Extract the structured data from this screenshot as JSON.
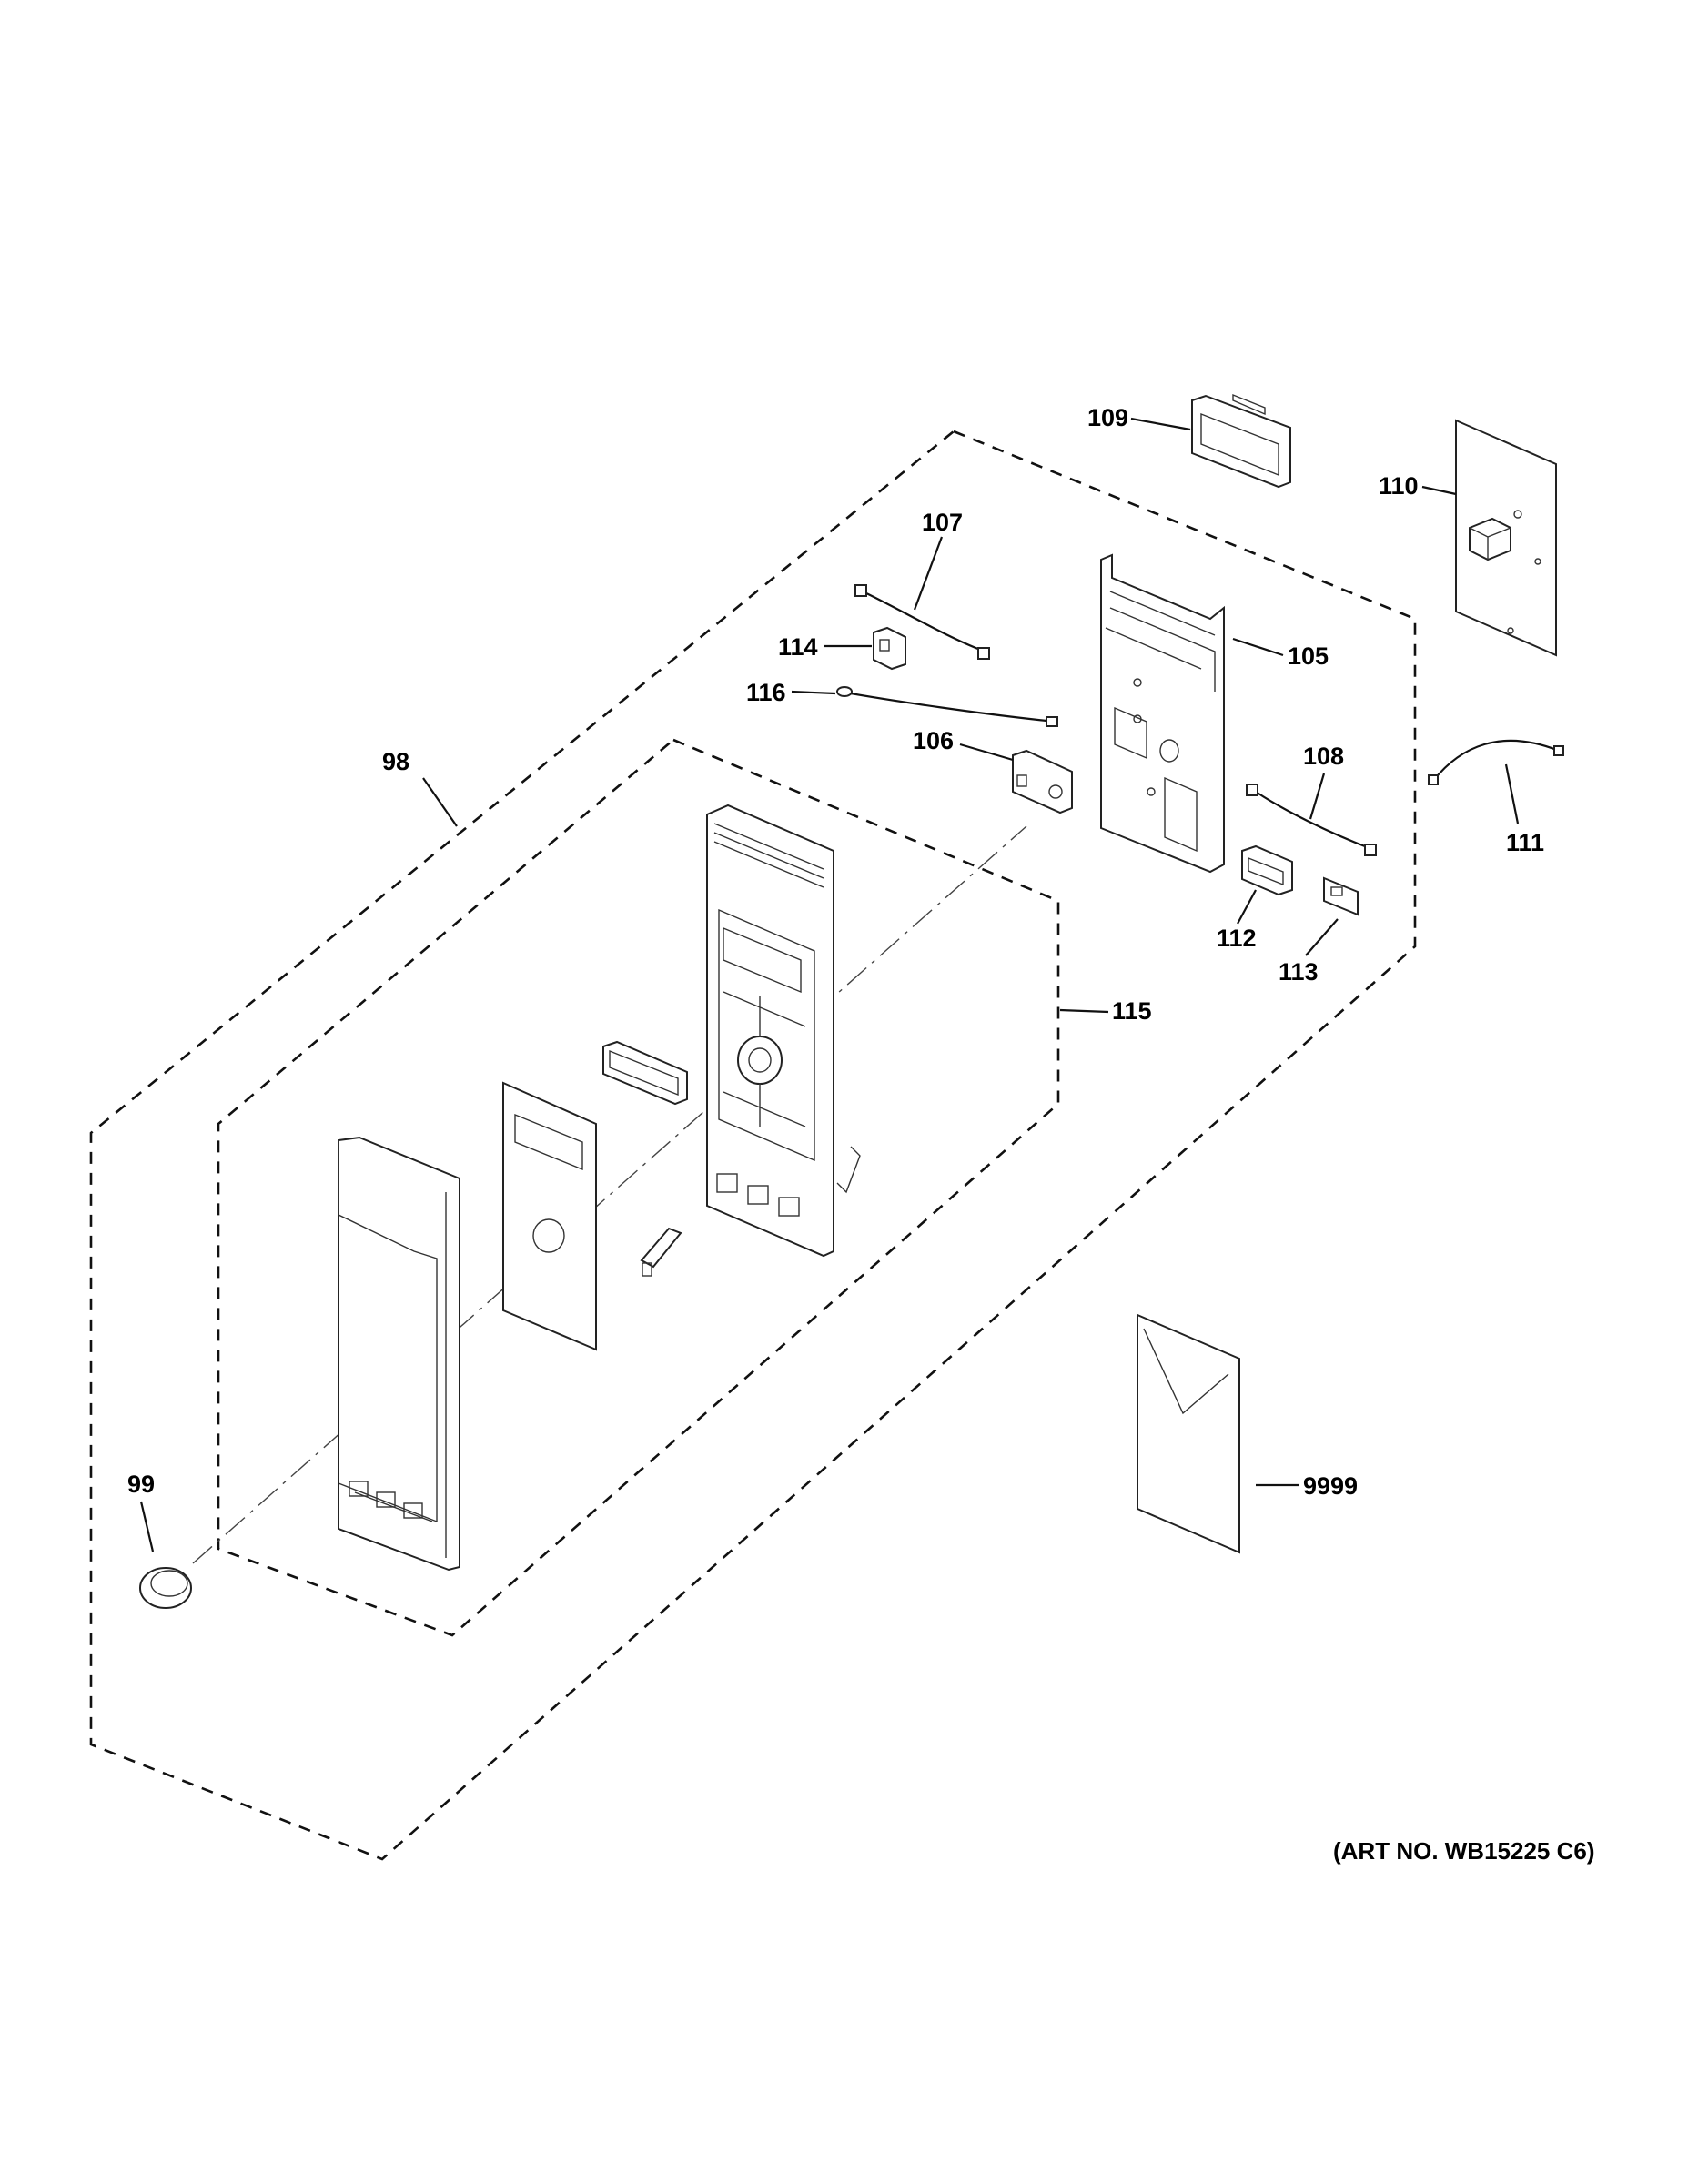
{
  "diagram": {
    "callouts": {
      "c98": "98",
      "c99": "99",
      "c105": "105",
      "c106": "106",
      "c107": "107",
      "c108": "108",
      "c109": "109",
      "c110": "110",
      "c111": "111",
      "c112": "112",
      "c113": "113",
      "c114": "114",
      "c115": "115",
      "c116": "116",
      "c9999": "9999"
    },
    "art_number": "(ART NO. WB15225 C6)"
  }
}
